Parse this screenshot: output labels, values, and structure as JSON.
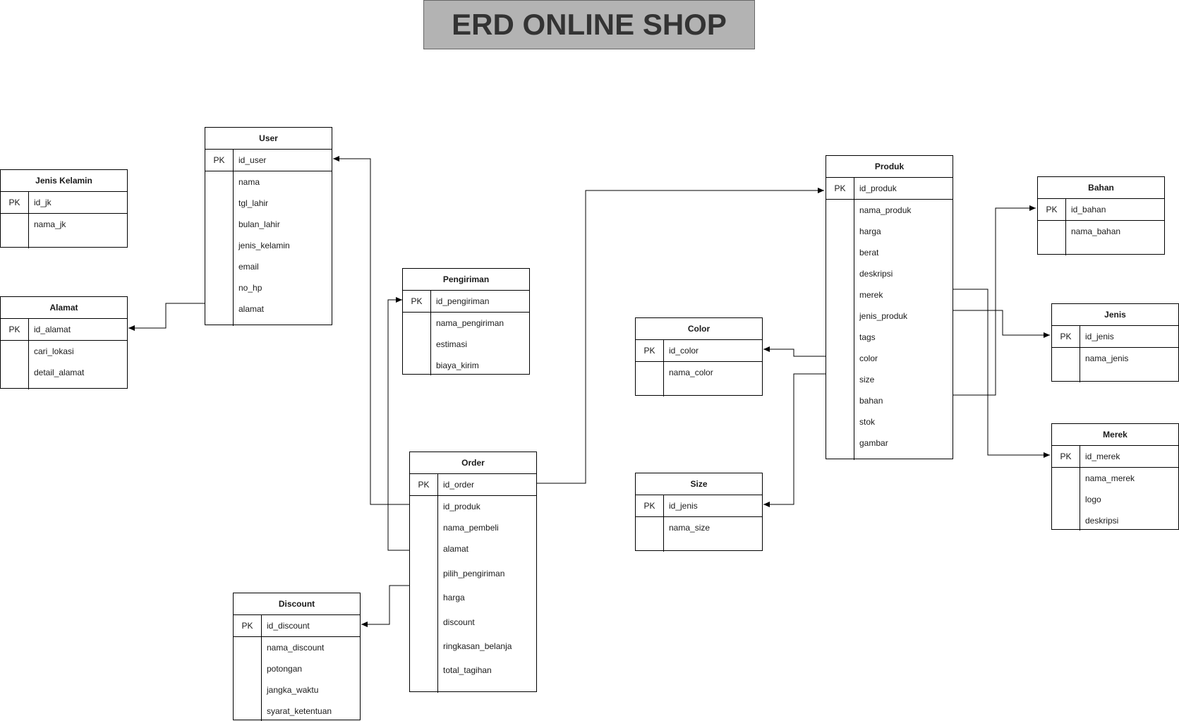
{
  "title": "ERD ONLINE SHOP",
  "pk_label": "PK",
  "entities": {
    "user": {
      "name": "User",
      "pk": "id_user",
      "attrs": [
        "nama",
        "tgl_lahir",
        "bulan_lahir",
        "jenis_kelamin",
        "email",
        "no_hp",
        "alamat"
      ]
    },
    "jk": {
      "name": "Jenis Kelamin",
      "pk": "id_jk",
      "attrs": [
        "nama_jk"
      ]
    },
    "alamat": {
      "name": "Alamat",
      "pk": "id_alamat",
      "attrs": [
        "cari_lokasi",
        "detail_alamat"
      ]
    },
    "pengiriman": {
      "name": "Pengiriman",
      "pk": "id_pengiriman",
      "attrs": [
        "nama_pengiriman",
        "estimasi",
        "biaya_kirim"
      ]
    },
    "order": {
      "name": "Order",
      "pk": "id_order",
      "attrs": [
        "id_produk",
        "nama_pembeli",
        "alamat",
        "pilih_pengiriman",
        "harga",
        "discount",
        "ringkasan_belanja",
        "total_tagihan"
      ]
    },
    "discount": {
      "name": "Discount",
      "pk": "id_discount",
      "attrs": [
        "nama_discount",
        "potongan",
        "jangka_waktu",
        "syarat_ketentuan"
      ]
    },
    "color": {
      "name": "Color",
      "pk": "id_color",
      "attrs": [
        "nama_color"
      ]
    },
    "size": {
      "name": "Size",
      "pk": "id_jenis",
      "attrs": [
        "nama_size"
      ]
    },
    "produk": {
      "name": "Produk",
      "pk": "id_produk",
      "attrs": [
        "nama_produk",
        "harga",
        "berat",
        "deskripsi",
        "merek",
        "jenis_produk",
        "tags",
        "color",
        "size",
        "bahan",
        "stok",
        "gambar"
      ]
    },
    "bahan": {
      "name": "Bahan",
      "pk": "id_bahan",
      "attrs": [
        "nama_bahan"
      ]
    },
    "jenis": {
      "name": "Jenis",
      "pk": "id_jenis",
      "attrs": [
        "nama_jenis"
      ]
    },
    "merek": {
      "name": "Merek",
      "pk": "id_merek",
      "attrs": [
        "nama_merek",
        "logo",
        "deskripsi"
      ]
    }
  }
}
